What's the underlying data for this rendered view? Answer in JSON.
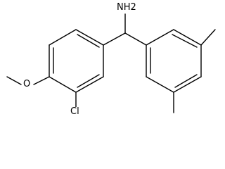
{
  "molecule": {
    "labels": {
      "amine": "NH2",
      "chloro": "Cl",
      "oxygen": "O"
    }
  },
  "colors": {
    "bond": "#000000",
    "background": "#ffffff"
  }
}
